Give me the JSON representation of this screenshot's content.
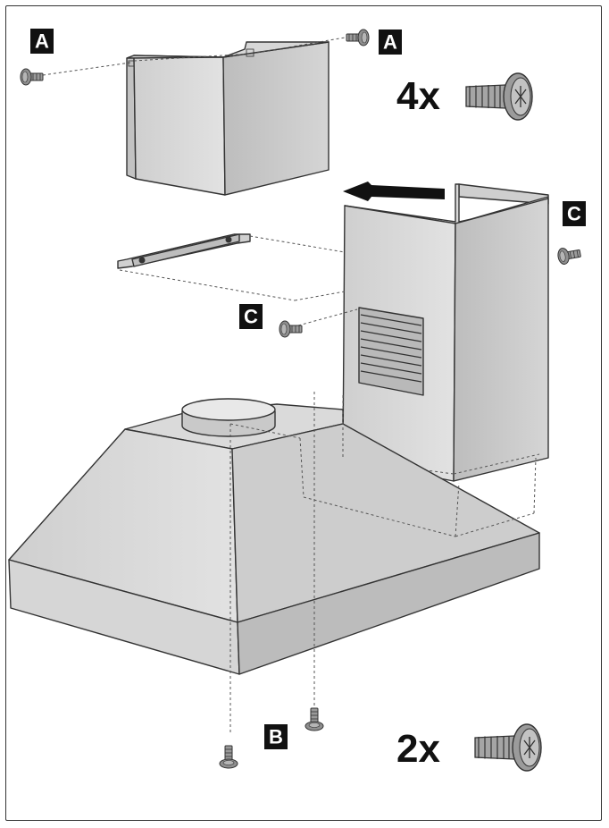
{
  "labels": {
    "a": "A",
    "b": "B",
    "c": "C"
  },
  "quantities": {
    "screws_a_c": "4x",
    "screws_b": "2x"
  },
  "icons": {
    "screw": "screw-icon",
    "large_screw": "large-screw-icon",
    "direction_arrow": "arrow-left-icon"
  },
  "colors": {
    "metal_light": "#d9d9d9",
    "metal_mid": "#c4c4c4",
    "metal_dark": "#a8a8a8",
    "outline": "#333333",
    "label_box": "#111111"
  }
}
